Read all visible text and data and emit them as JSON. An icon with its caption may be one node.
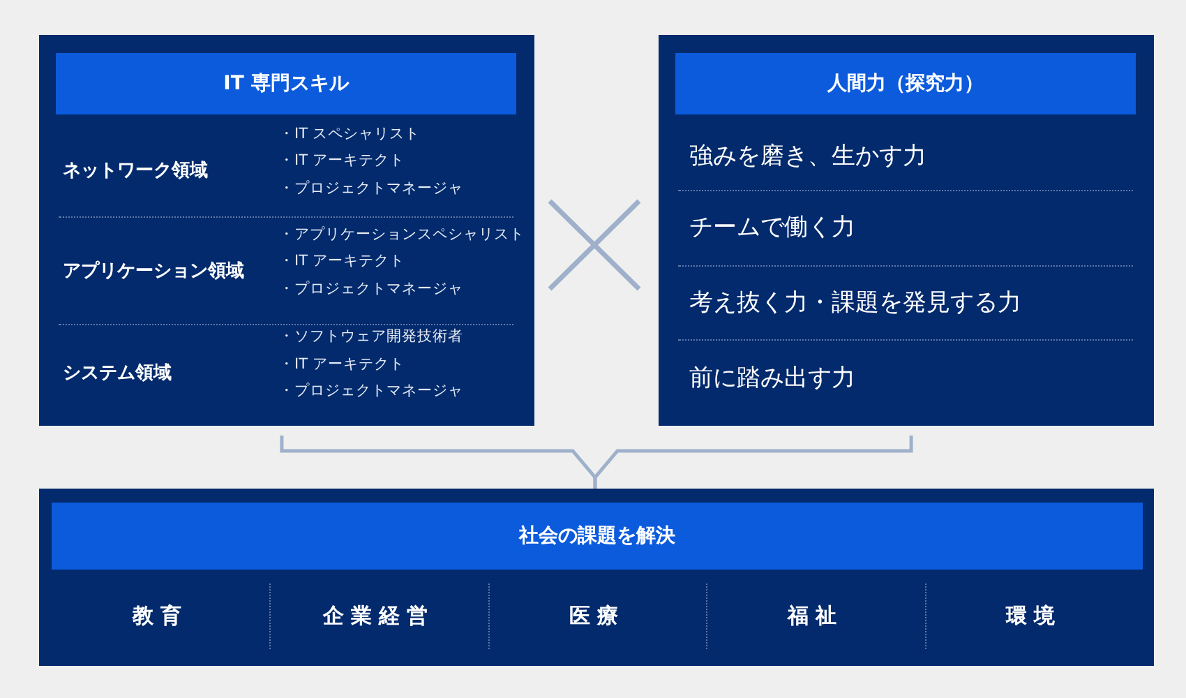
{
  "diagram": {
    "nodes": [
      {
        "text": [
          "IT 専門スキル"
        ]
      },
      {
        "text": [
          "ネットワーク領域",
          "・IT スペシャリスト",
          "・IT アーキテクト",
          "・プロジェクトマネージャ"
        ],
        "in": 0
      },
      {
        "text": [
          "アプリケーション領域",
          "・アプリケーションスペシャリスト",
          "・IT アーキテクト",
          "・プロジェクトマネージャ"
        ],
        "in": 0
      },
      {
        "text": [
          "システム領域",
          "・ソフトウェア開発技術者",
          "・IT アーキテクト",
          "・プロジェクトマネージャ"
        ],
        "in": 0
      },
      {
        "text": [
          "人間力（探究力）"
        ]
      },
      {
        "text": [
          "強みを磨き、生かす力"
        ],
        "in": 4
      },
      {
        "text": [
          "チームで働く力"
        ],
        "in": 4
      },
      {
        "text": [
          "考え抜く力・課題を発見する力"
        ],
        "in": 4
      },
      {
        "text": [
          "前に踏み出す力"
        ],
        "in": 4
      },
      {
        "text": [
          "社会の課題を解決"
        ]
      },
      {
        "text": [
          "教育"
        ],
        "in": 9
      },
      {
        "text": [
          "企業経営"
        ],
        "in": 9
      },
      {
        "text": [
          "医療"
        ],
        "in": 9
      },
      {
        "text": [
          "福祉"
        ],
        "in": 9
      },
      {
        "text": [
          "環境"
        ],
        "in": 9
      }
    ],
    "edges": [
      {
        "from": 0,
        "to": 9,
        "arrow": "none"
      },
      {
        "from": 4,
        "to": 9,
        "arrow": "none"
      }
    ]
  }
}
